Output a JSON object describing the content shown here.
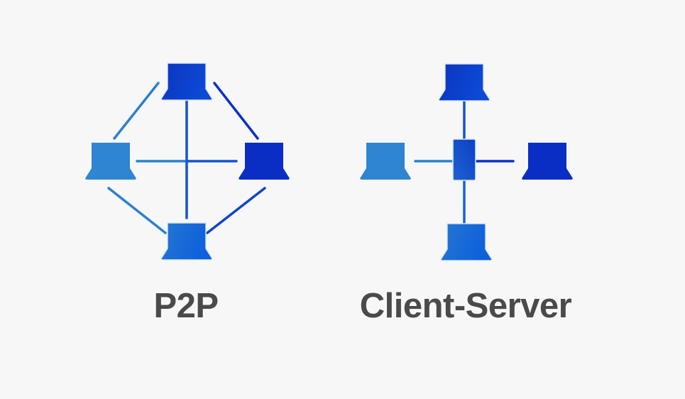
{
  "panels": [
    {
      "label": "P2P",
      "topology": "full-mesh",
      "nodes": [
        {
          "icon": "computer-icon",
          "position": "top"
        },
        {
          "icon": "computer-icon",
          "position": "left"
        },
        {
          "icon": "computer-icon",
          "position": "right"
        },
        {
          "icon": "computer-icon",
          "position": "bottom"
        }
      ]
    },
    {
      "label": "Client-Server",
      "topology": "star",
      "hub": {
        "icon": "server-icon",
        "position": "center"
      },
      "nodes": [
        {
          "icon": "computer-icon",
          "position": "top"
        },
        {
          "icon": "computer-icon",
          "position": "left"
        },
        {
          "icon": "computer-icon",
          "position": "right"
        },
        {
          "icon": "computer-icon",
          "position": "bottom"
        }
      ]
    }
  ],
  "colors": {
    "background": "#f7f7f8",
    "label_text": "#4a4a4a",
    "node_light": "#2e85d1",
    "node_dark": "#0a2ec4",
    "node_top_grad_from": "#0d35be",
    "node_top_grad_to": "#0c4ad6",
    "node_bottom_grad_from": "#2478d0",
    "node_bottom_grad_to": "#0e5fdc",
    "server_grad_from": "#1e63d0",
    "server_grad_to": "#0c3fc8",
    "icon_outline": "#d9e6f5",
    "link_light": "#2b80d2",
    "link_medium": "#1863d2",
    "link_royal": "#1254cc",
    "link_mid_dark": "#0d44ca",
    "link_dark": "#0b31c6"
  }
}
